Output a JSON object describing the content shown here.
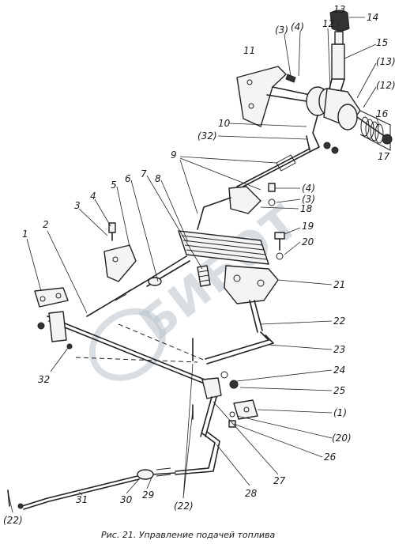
{
  "caption": "Рис. 21. Управление подачей топлива",
  "watermark": "БИБОТ",
  "part_labels": [
    "14",
    "13",
    "12",
    "(4)",
    "(3)",
    "11",
    "15",
    "(13)",
    "(12)",
    "16",
    "17",
    "10",
    "(32)",
    "9",
    "8",
    "7",
    "6",
    "5",
    "4",
    "3",
    "(4)",
    "(3)",
    "18",
    "19",
    "20",
    "1",
    "2",
    "21",
    "22",
    "23",
    "32",
    "24",
    "25",
    "(1)",
    "(20)",
    "26",
    "27",
    "28",
    "29",
    "30",
    "31",
    "(22)",
    "(22)"
  ]
}
